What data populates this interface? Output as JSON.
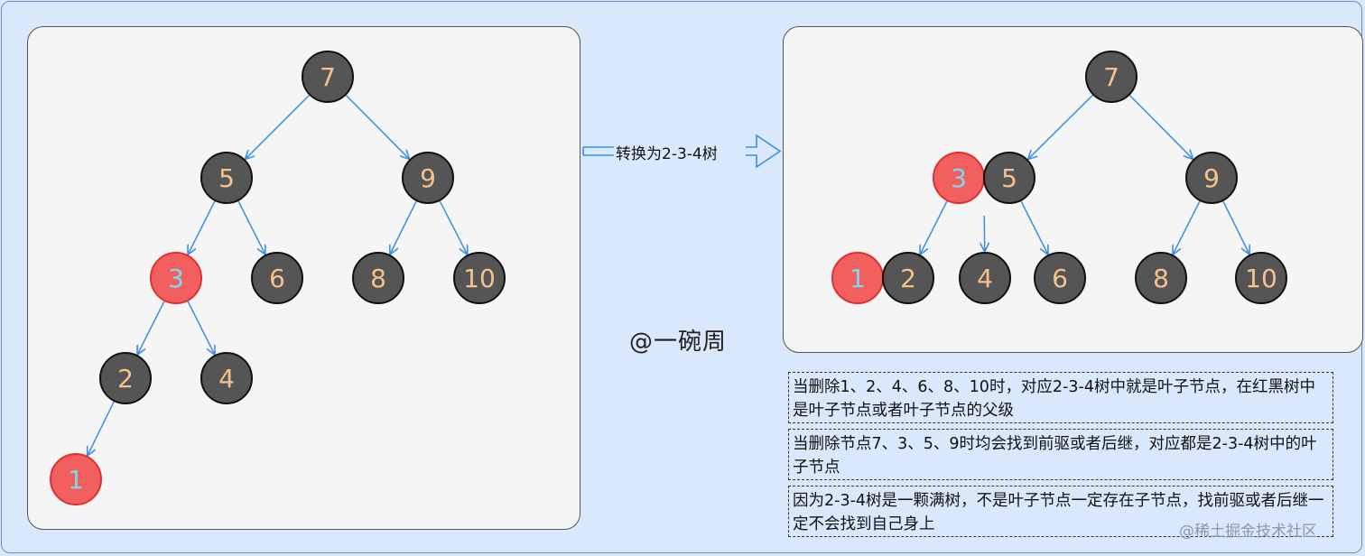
{
  "arrow_label": "转换为2-3-4树",
  "author": "@一碗周",
  "watermark": "@稀土掘金技术社区",
  "left_tree": {
    "nodes": [
      {
        "id": "7",
        "label": "7",
        "color": "black"
      },
      {
        "id": "5",
        "label": "5",
        "color": "black"
      },
      {
        "id": "9",
        "label": "9",
        "color": "black"
      },
      {
        "id": "3",
        "label": "3",
        "color": "red"
      },
      {
        "id": "6",
        "label": "6",
        "color": "black"
      },
      {
        "id": "8",
        "label": "8",
        "color": "black"
      },
      {
        "id": "10",
        "label": "10",
        "color": "black"
      },
      {
        "id": "2",
        "label": "2",
        "color": "black"
      },
      {
        "id": "4",
        "label": "4",
        "color": "black"
      },
      {
        "id": "1",
        "label": "1",
        "color": "red"
      }
    ],
    "edges": [
      [
        "7",
        "5"
      ],
      [
        "7",
        "9"
      ],
      [
        "5",
        "3"
      ],
      [
        "5",
        "6"
      ],
      [
        "9",
        "8"
      ],
      [
        "9",
        "10"
      ],
      [
        "3",
        "2"
      ],
      [
        "3",
        "4"
      ],
      [
        "2",
        "1"
      ]
    ]
  },
  "right_tree": {
    "nodes": [
      {
        "id": "7",
        "label": "7",
        "color": "black"
      },
      {
        "id": "3",
        "label": "3",
        "color": "red"
      },
      {
        "id": "5",
        "label": "5",
        "color": "black"
      },
      {
        "id": "9",
        "label": "9",
        "color": "black"
      },
      {
        "id": "1",
        "label": "1",
        "color": "red"
      },
      {
        "id": "2",
        "label": "2",
        "color": "black"
      },
      {
        "id": "4",
        "label": "4",
        "color": "black"
      },
      {
        "id": "6",
        "label": "6",
        "color": "black"
      },
      {
        "id": "8",
        "label": "8",
        "color": "black"
      },
      {
        "id": "10",
        "label": "10",
        "color": "black"
      }
    ],
    "edges": [
      [
        "7",
        "35"
      ],
      [
        "7",
        "9"
      ],
      [
        "35",
        "12"
      ],
      [
        "35",
        "4"
      ],
      [
        "35",
        "6"
      ],
      [
        "9",
        "8"
      ],
      [
        "9",
        "10"
      ]
    ]
  },
  "notes": [
    "当删除1、2、4、6、8、10时，对应2-3-4树中就是叶子节点，在红黑树中是叶子节点或者叶子节点的父级",
    "当删除节点7、3、5、9时均会找到前驱或者后继，对应都是2-3-4树中的叶子节点",
    "因为2-3-4树是一颗满树，不是叶子节点一定存在子节点，找前驱或者后继一定不会找到自己身上"
  ],
  "colors": {
    "black_node_fill": "#555555",
    "black_node_text": "#f6c28b",
    "red_node_fill": "#f25f5f",
    "red_node_text": "#7fd6f0",
    "edge": "#3a8ee6",
    "background": "#dae8fc"
  }
}
